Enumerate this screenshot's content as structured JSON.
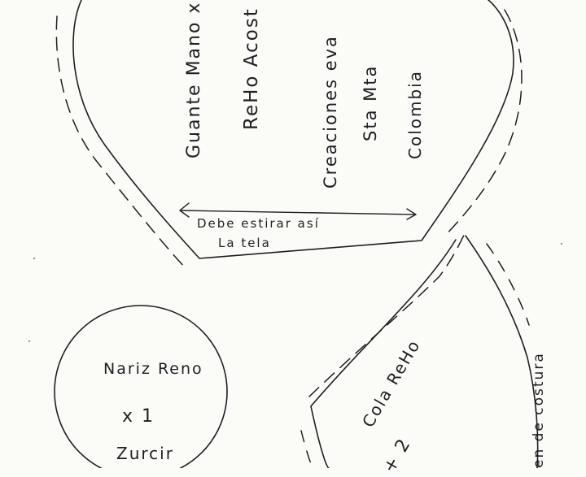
{
  "pattern": {
    "ink_color": "#1f1f24",
    "paper_color": "#fbfbf8",
    "glove_piece": {
      "title": "Guante Mano",
      "title_tail": "x",
      "subtitle": "ReHo Acost",
      "brand": "Creaciones eva",
      "city": "Sta Mta",
      "country": "Colombia",
      "grain_note_line1": "Debe estirar así",
      "grain_note_line2": "La tela"
    },
    "nose_piece": {
      "label": "Nariz Reno",
      "quantity": "x 1",
      "instruction": "Zurcir"
    },
    "tail_piece": {
      "label": "Cola ReHo",
      "quantity": "+ 2",
      "seam_note": "en de costura"
    }
  }
}
